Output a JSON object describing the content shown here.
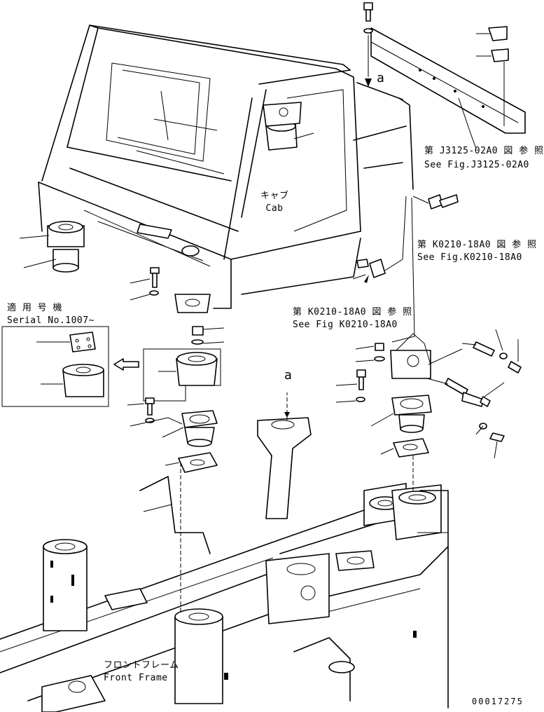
{
  "labels": {
    "cab_jp": "キャブ",
    "cab_en": "Cab",
    "ref_j3125_jp": "第 J3125-02A0 図 参 照",
    "ref_j3125_en": "See Fig.J3125-02A0",
    "ref_k0210_right_jp": "第 K0210-18A0 図 参 照",
    "ref_k0210_right_en": "See Fig.K0210-18A0",
    "ref_k0210_mid_jp": "第 K0210-18A0 図 参 照",
    "ref_k0210_mid_en": "See Fig K0210-18A0",
    "serial_jp": "適 用 号 機",
    "serial_en": "Serial No.1007~",
    "front_frame_jp": "フロントフレーム",
    "front_frame_en": "Front Frame",
    "marker_a_top": "a",
    "marker_a_mid": "a",
    "drawing_number": "00017275"
  }
}
